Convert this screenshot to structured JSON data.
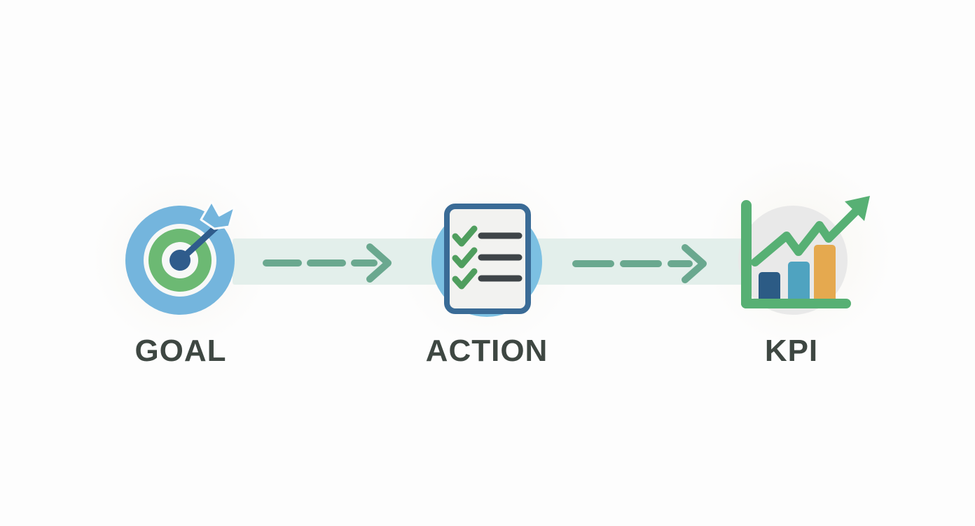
{
  "diagram": {
    "type": "process-flow",
    "steps": [
      {
        "label": "GOAL",
        "icon": "target-dart-icon"
      },
      {
        "label": "ACTION",
        "icon": "checklist-document-icon"
      },
      {
        "label": "KPI",
        "icon": "growth-bar-chart-icon"
      }
    ],
    "connectors": [
      {
        "style": "dashed-arrow",
        "direction": "right"
      },
      {
        "style": "dashed-arrow",
        "direction": "right"
      }
    ],
    "colors": {
      "background": "#fdfdfd",
      "band": "#e3efeb",
      "connector_green": "#6aa88f",
      "icon_light_blue": "#74b5dd",
      "action_circle_blue": "#7cc0e2",
      "dark_blue": "#2f5c8c",
      "document_border_blue": "#3a6b96",
      "document_paper": "#f2f2f0",
      "target_ring_green": "#6cb973",
      "check_green": "#4f9e5e",
      "kpi_green": "#57b074",
      "bar_dark_blue": "#2c5b85",
      "bar_teal": "#4fa3c0",
      "bar_orange": "#e5a94f",
      "kpi_backdrop_gray": "#e9e9e9",
      "checklist_line_gray": "#3e4448",
      "label_text": "#3e4742"
    }
  }
}
